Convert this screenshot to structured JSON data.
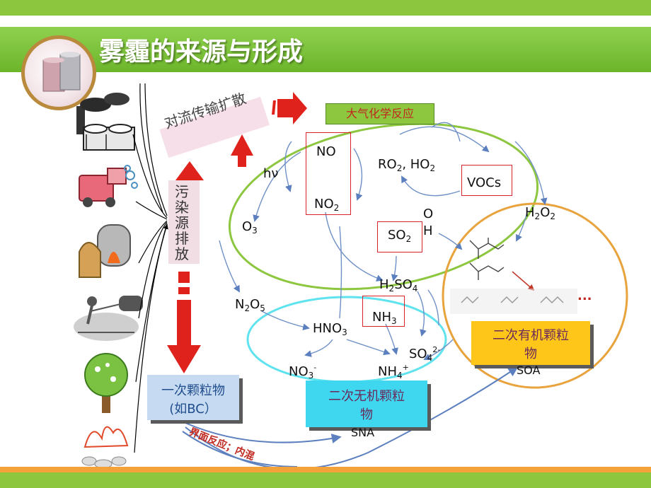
{
  "slide": {
    "title": "雾霾的来源与形成",
    "accent_green": "#8cc63f",
    "accent_orange": "#f3a23a"
  },
  "sources": {
    "icons": [
      "factory-icon",
      "truck-icon",
      "stove-icon",
      "plowing-farmer-icon",
      "tree-icon",
      "fire-icon"
    ]
  },
  "labels": {
    "emission": "污染源排放",
    "transport": "对流传输扩散",
    "atm_chem": "大气化学反应",
    "primary": "一次颗粒物",
    "primary_ex": "(如BC）",
    "secondary_inorg_line1": "二次无机颗粒",
    "secondary_inorg_line2": "物",
    "sna": "SNA",
    "secondary_org_line1": "二次有机颗粒",
    "secondary_org_line2": "物",
    "soa": "SOA",
    "interface": "界面反应；内混"
  },
  "species": {
    "no": "NO",
    "no2_base": "NO",
    "no2_sub": "2",
    "hv": "hν",
    "o3_base": "O",
    "o3_sub": "3",
    "ro2_a": "RO",
    "ro2_sub": "2",
    "ro2_b": ", HO",
    "ho2_sub": "2",
    "vocs": "VOCs",
    "oh_o": "O",
    "oh_h": "H",
    "h2o2_h": "H",
    "h2o2_sub1": "2",
    "h2o2_o": "O",
    "h2o2_sub2": "2",
    "so2_base": "SO",
    "so2_sub": "2",
    "h2so4_h": "H",
    "h2so4_sub1": "2",
    "h2so4_so": "SO",
    "h2so4_sub2": "4",
    "n2o5_n": "N",
    "n2o5_sub1": "2",
    "n2o5_o": "O",
    "n2o5_sub2": "5",
    "hno3_base": "HNO",
    "hno3_sub": "3",
    "nh3_base": "NH",
    "nh3_sub": "3",
    "so4_base": "SO",
    "so4_sub": "4",
    "so4_sup": "2-",
    "no3_base": "NO",
    "no3_sub": "3",
    "no3_sup": "-",
    "nh4_base": "NH",
    "nh4_sub": "4",
    "nh4_sup": "+",
    "ellipsis": "..."
  },
  "colors": {
    "green_ellipse": "#8dc63f",
    "cyan_ellipse": "#5fe3ef",
    "orange_circle": "#e8a33d",
    "red_arrow": "#e0221c",
    "blue_arrow": "#6f90c6",
    "box_primary": "#c6daf2",
    "box_inorganic": "#3fd6f0",
    "box_organic": "#ffc61a",
    "atm_label_bg": "#8dc63f"
  }
}
